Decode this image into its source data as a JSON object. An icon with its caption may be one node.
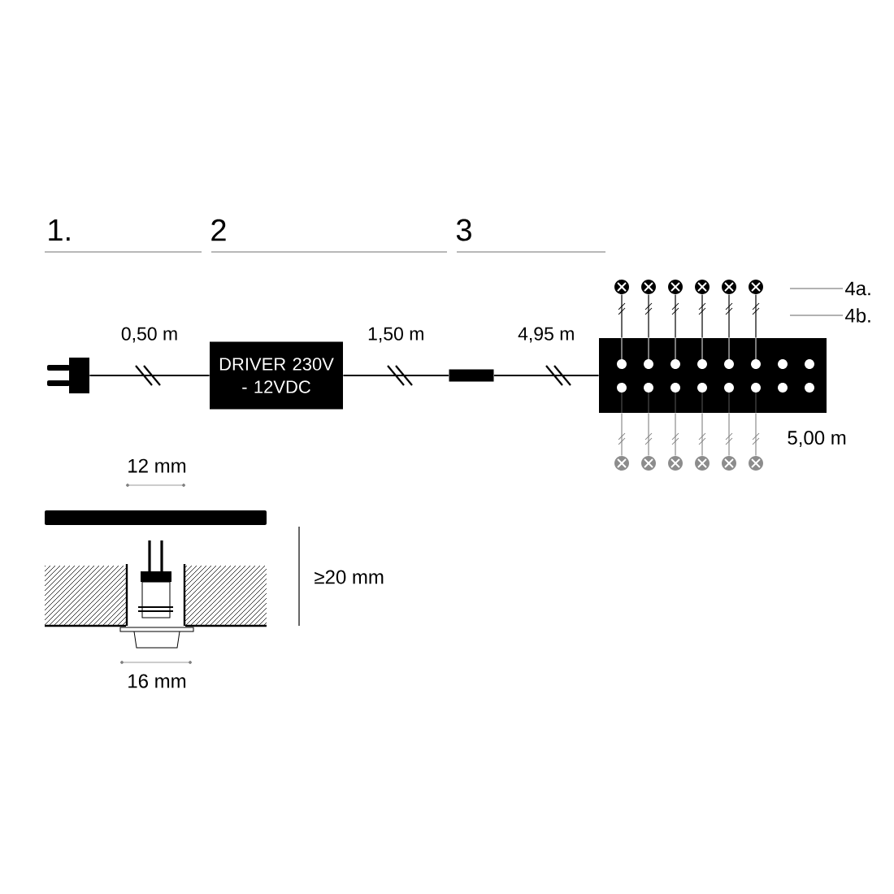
{
  "diagram": {
    "nodes": [
      {
        "text": [],
        "shape": "picture"
      },
      {
        "text": [
          "DRIVER 230V - 12VDC"
        ]
      },
      {
        "text": [],
        "shape": "bar"
      },
      {
        "text": [],
        "shape": "box"
      },
      {
        "text": [],
        "shape": "circle"
      },
      {
        "text": [],
        "shape": "circle"
      },
      {
        "text": [],
        "shape": "circle"
      },
      {
        "text": [],
        "shape": "circle"
      },
      {
        "text": [],
        "shape": "circle"
      },
      {
        "text": [],
        "shape": "circle"
      },
      {
        "text": [],
        "shape": "circle"
      },
      {
        "text": [],
        "shape": "circle"
      },
      {
        "text": [],
        "shape": "circle"
      },
      {
        "text": [],
        "shape": "circle"
      },
      {
        "text": [],
        "shape": "circle"
      },
      {
        "text": [],
        "shape": "circle"
      },
      {
        "text": [
          "4a."
        ]
      },
      {
        "text": [
          "4b."
        ]
      }
    ],
    "edges": [
      {
        "from": 0,
        "to": 1,
        "arrow": "none",
        "label": "0,50 m"
      },
      {
        "from": 1,
        "to": 2,
        "arrow": "none",
        "label": "1,50 m"
      },
      {
        "from": 2,
        "to": 3,
        "arrow": "none",
        "label": "4,95 m"
      },
      {
        "from": 4,
        "to": 3,
        "arrow": "none"
      },
      {
        "from": 5,
        "to": 3,
        "arrow": "none"
      },
      {
        "from": 6,
        "to": 3,
        "arrow": "none"
      },
      {
        "from": 7,
        "to": 3,
        "arrow": "none"
      },
      {
        "from": 8,
        "to": 3,
        "arrow": "none"
      },
      {
        "from": 9,
        "to": 3,
        "arrow": "none"
      },
      {
        "from": 3,
        "to": 10,
        "arrow": "none",
        "color": "#8c8c8c"
      },
      {
        "from": 3,
        "to": 11,
        "arrow": "none",
        "color": "#8c8c8c"
      },
      {
        "from": 3,
        "to": 12,
        "arrow": "none",
        "color": "#8c8c8c"
      },
      {
        "from": 3,
        "to": 13,
        "arrow": "none",
        "color": "#8c8c8c"
      },
      {
        "from": 3,
        "to": 14,
        "arrow": "none",
        "color": "#8c8c8c"
      },
      {
        "from": 3,
        "to": 15,
        "arrow": "none",
        "color": "#8c8c8c"
      },
      {
        "from": 16,
        "to": null,
        "arrow": "none",
        "color": "#666666"
      },
      {
        "from": 17,
        "to": null,
        "arrow": "none",
        "color": "#666666"
      }
    ],
    "labels": [
      "1.",
      "2",
      "3",
      "5,00 m",
      "12 mm",
      "≥20 mm",
      "16 mm"
    ]
  }
}
